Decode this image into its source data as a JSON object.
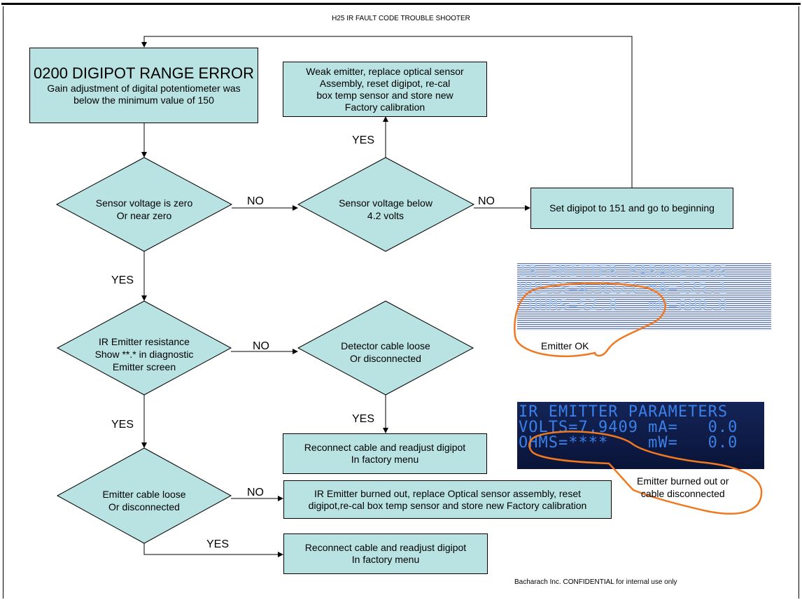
{
  "header": {
    "title": "H25 IR FAULT CODE TROUBLE SHOOTER"
  },
  "footer": {
    "confidential": "Bacharach Inc. CONFIDENTIAL for internal use only"
  },
  "flow": {
    "start": {
      "title": "0200 DIGIPOT RANGE ERROR",
      "desc1": "Gain adjustment of digital potentiometer was",
      "desc2": "below the minimum value of 150"
    },
    "weak_emitter": {
      "l1": "Weak emitter, replace optical sensor",
      "l2": "Assembly, reset digipot, re-cal",
      "l3": "box temp sensor and store new",
      "l4": "Factory calibration"
    },
    "q_zero": {
      "l1": "Sensor voltage is zero",
      "l2": "Or near zero"
    },
    "q_below": {
      "l1": "Sensor voltage below",
      "l2": "4.2 volts"
    },
    "set_digipot": {
      "l1": "Set digipot to 151 and go to beginning"
    },
    "q_resistance": {
      "l1": "IR Emitter resistance",
      "l2": "Show  **.* in diagnostic",
      "l3": "Emitter screen"
    },
    "q_detector": {
      "l1": "Detector cable loose",
      "l2": "Or disconnected"
    },
    "reconnect1": {
      "l1": "Reconnect cable and readjust digipot",
      "l2": "In factory menu"
    },
    "q_emitter_cable": {
      "l1": "Emitter cable loose",
      "l2": "Or disconnected"
    },
    "burned_out": {
      "l1": "IR Emitter burned out, replace Optical sensor assembly, reset",
      "l2": "digipot,re-cal box temp sensor and store new Factory calibration"
    },
    "reconnect2": {
      "l1": "Reconnect cable and readjust digipot",
      "l2": "In factory menu"
    },
    "labels": {
      "no1": "NO",
      "no2": "NO",
      "no3": "NO",
      "no4": "NO",
      "yes1": "YES",
      "yes2": "YES",
      "yes3": "YES",
      "yes4": "YES",
      "yes5": "YES"
    }
  },
  "screens": {
    "ok": {
      "line1": "IR EMITTER PARAMETERS",
      "line2": "VOLTS=4.0223 mA=125.1",
      "line3": " OHMS=52.8   mW=800.0",
      "callout": "Emitter OK"
    },
    "fault": {
      "line1": "IR EMITTER PARAMETERS",
      "line2": "VOLTS=7.9409 mA=   0.0",
      "line3": "OHMS=****    mW=   0.0",
      "callout1": "Emitter burned out or",
      "callout2": "cable disconnected"
    }
  },
  "colors": {
    "box_fill": "#b9e2e2",
    "callout_stroke": "#f07820",
    "lcd_ok_text": "#a8c8f0",
    "lcd_fault_bg": "#0e1a44",
    "lcd_fault_text": "#3a80e8"
  }
}
